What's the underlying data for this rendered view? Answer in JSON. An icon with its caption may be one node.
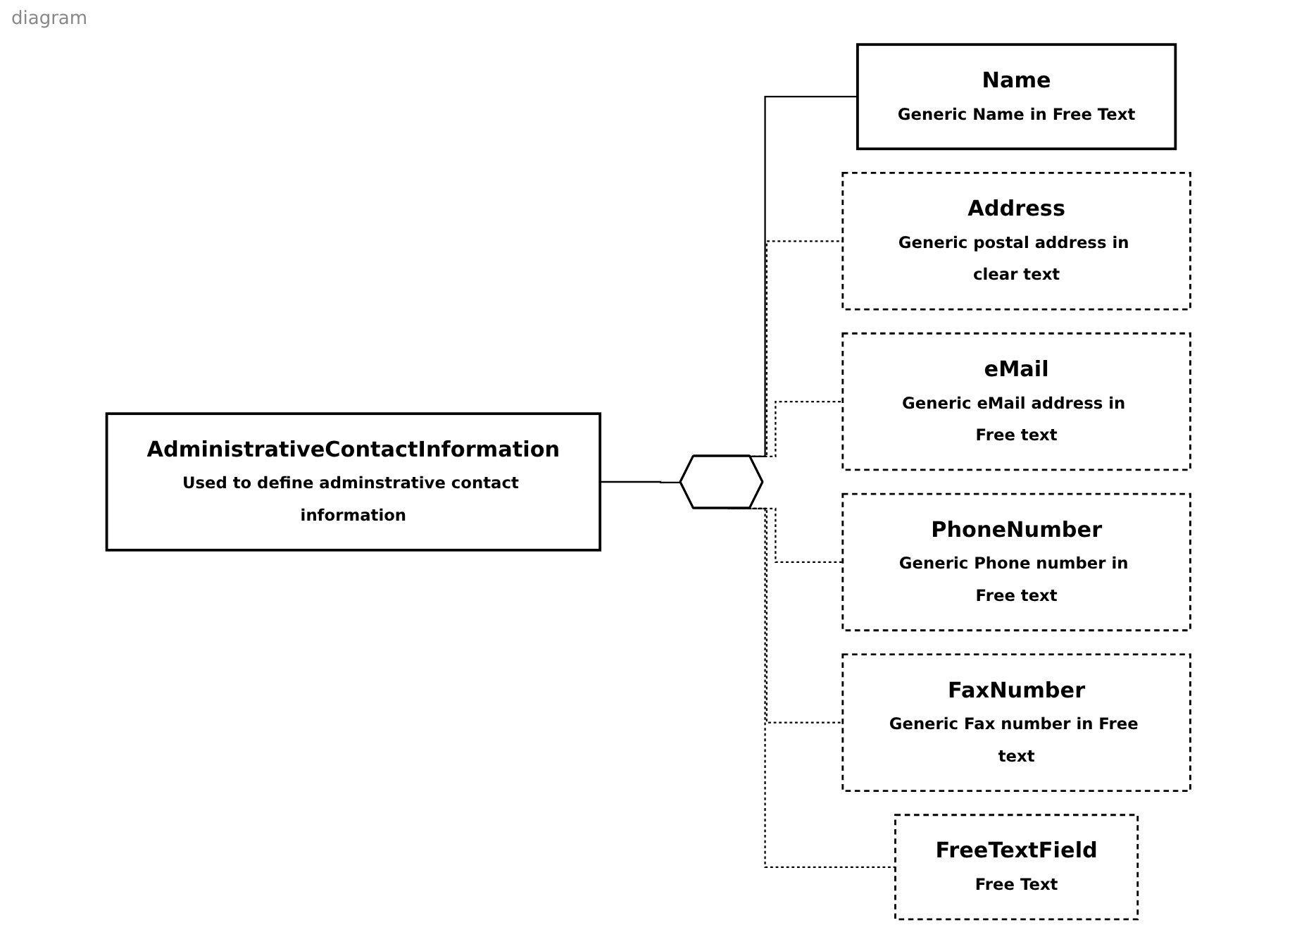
{
  "diagram": {
    "nodes": [
      {
        "text": [
          "AdministrativeContactInformation",
          "Used to define adminstrative contact information"
        ]
      },
      {
        "text": [],
        "shape": "octagon"
      },
      {
        "text": [
          "Name",
          "Generic Name in Free Text"
        ]
      },
      {
        "text": [
          "Address",
          "Generic postal address in clear text"
        ]
      },
      {
        "text": [
          "eMail",
          "Generic eMail address in Free text"
        ]
      },
      {
        "text": [
          "PhoneNumber",
          "Generic Phone number in Free text"
        ]
      },
      {
        "text": [
          "FaxNumber",
          "Generic Fax number in Free text"
        ]
      },
      {
        "text": [
          "FreeTextField",
          "Free Text"
        ]
      }
    ],
    "edges": [
      {
        "from": 0,
        "to": 1,
        "arrow": "none"
      },
      {
        "from": 1,
        "to": 2,
        "arrow": "none"
      },
      {
        "from": 1,
        "to": 3,
        "arrow": "none",
        "style": "dashed"
      },
      {
        "from": 1,
        "to": 4,
        "arrow": "none",
        "style": "dashed"
      },
      {
        "from": 1,
        "to": 5,
        "arrow": "none",
        "style": "dashed"
      },
      {
        "from": 1,
        "to": 6,
        "arrow": "none",
        "style": "dashed"
      },
      {
        "from": 1,
        "to": 7,
        "arrow": "none",
        "style": "dashed"
      }
    ],
    "labels": [
      "diagram"
    ]
  }
}
